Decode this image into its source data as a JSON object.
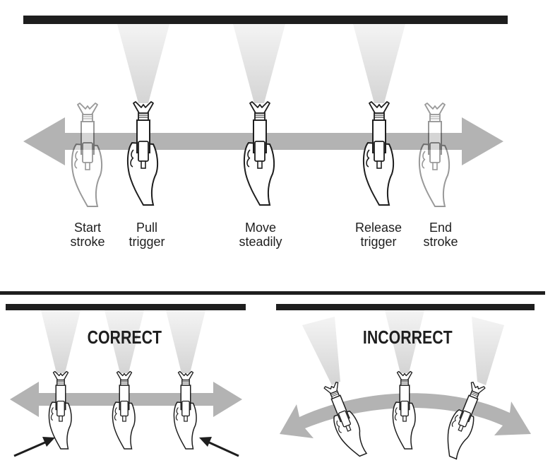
{
  "colors": {
    "bar": "#1e1e1e",
    "arrow": "#b3b3b3",
    "spray": "#d9d9d9",
    "ink": "#1e1e1e"
  },
  "stroke_steps": [
    {
      "line1": "Start",
      "line2": "stroke",
      "ghost": true
    },
    {
      "line1": "Pull",
      "line2": "trigger",
      "ghost": false
    },
    {
      "line1": "Move",
      "line2": "steadily",
      "ghost": false
    },
    {
      "line1": "Release",
      "line2": "trigger",
      "ghost": false
    },
    {
      "line1": "End",
      "line2": "stroke",
      "ghost": true
    }
  ],
  "correct": {
    "title": "CORRECT"
  },
  "incorrect": {
    "title": "INCORRECT"
  },
  "icons": [
    "spray-gun-icon",
    "hand-icon",
    "spray-fan-icon",
    "pointer-arrow-icon",
    "double-arrow-icon"
  ]
}
